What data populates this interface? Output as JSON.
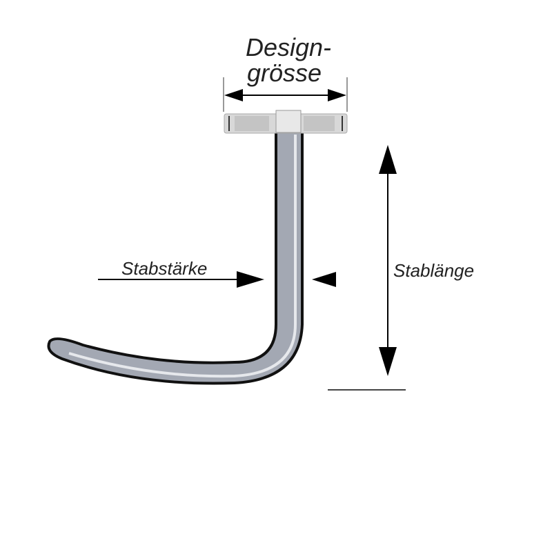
{
  "labels": {
    "design_size_line1": "Design-",
    "design_size_line2": "grösse",
    "bar_thickness": "Stabstärke",
    "bar_length": "Stablänge"
  },
  "colors": {
    "bar_fill": "#a3a8b3",
    "outline": "#111111",
    "arrow": "#000000"
  }
}
